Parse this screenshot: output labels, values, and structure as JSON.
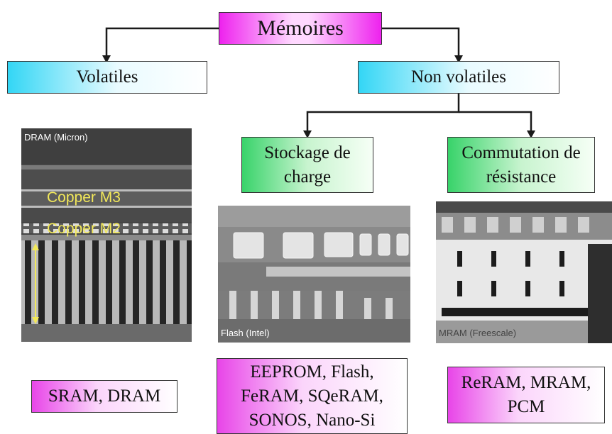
{
  "root": "Mémoires",
  "volatile": "Volatiles",
  "nonvolatile": "Non volatiles",
  "charge": [
    "Stockage de",
    "charge"
  ],
  "resistance": [
    "Commutation de",
    "résistance"
  ],
  "images": {
    "dram": {
      "caption": "DRAM (Micron)",
      "labels": [
        "Copper M3",
        "Copper M2"
      ]
    },
    "flash": {
      "caption": "Flash (Intel)"
    },
    "mram": {
      "caption": "MRAM (Freescale)"
    }
  },
  "examples": {
    "volatile": [
      "SRAM, DRAM"
    ],
    "charge": [
      "EEPROM, Flash,",
      "FeRAM, SQeRAM,",
      "SONOS, Nano-Si"
    ],
    "resistance": [
      "ReRAM, MRAM,",
      "PCM"
    ]
  },
  "colors": {
    "root": "#ee22ee",
    "category": "#33d6f5",
    "subcategory": "#38d36a",
    "example": "#e845e8"
  }
}
